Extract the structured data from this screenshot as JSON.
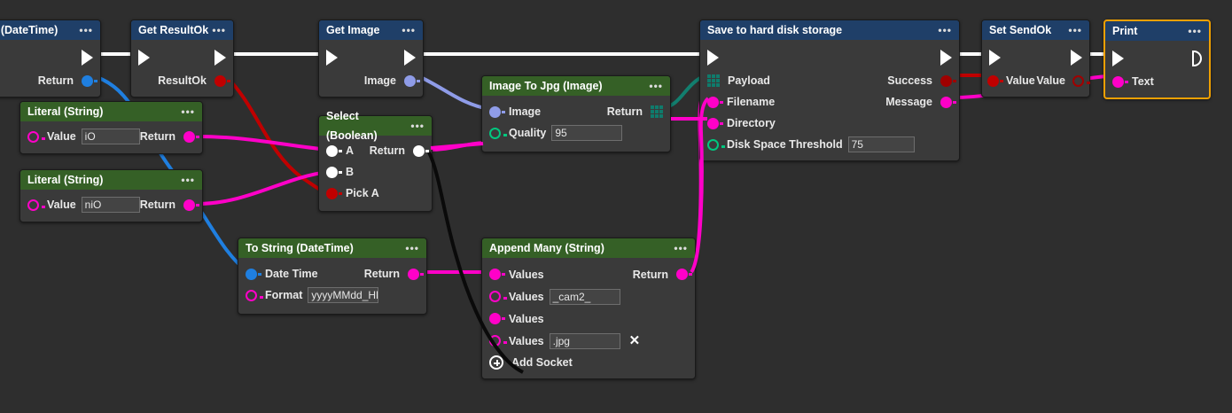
{
  "app": {
    "canvas_background": "#2e2e2e",
    "selection_color": "#f0a000"
  },
  "palette": {
    "exec_wire": "#ffffff",
    "string_pink": "#ff00c8",
    "bool_red": "#c00000",
    "datetime_blue": "#1f7fe0",
    "image_periwinkle": "#8f9ce8",
    "number_green": "#00c77f",
    "binary_teal": "#0f7b6c",
    "black_wire": "#000000",
    "header_blue": "#1f3f68",
    "header_green": "#356026"
  },
  "nodes": [
    {
      "id": "now-datetime",
      "title": "Now (DateTime)",
      "header_color": "blue",
      "selected": false,
      "exec_in": "hollow",
      "exec_out": "filled",
      "outputs": [
        {
          "label": "Return",
          "socket": "datetime-blue-filled"
        }
      ],
      "inputs": []
    },
    {
      "id": "get-resultok",
      "title": "Get ResultOk",
      "header_color": "blue",
      "selected": false,
      "exec_in": "filled",
      "exec_out": "filled",
      "outputs": [
        {
          "label": "ResultOk",
          "socket": "bool-red-filled"
        }
      ],
      "inputs": []
    },
    {
      "id": "get-image",
      "title": "Get Image",
      "header_color": "blue",
      "selected": false,
      "exec_in": "filled",
      "exec_out": "filled",
      "outputs": [
        {
          "label": "Image",
          "socket": "image-periwinkle-filled"
        }
      ],
      "inputs": []
    },
    {
      "id": "save-to-hard-disk-storage",
      "title": "Save to hard disk storage",
      "header_color": "blue",
      "selected": false,
      "exec_in": "filled",
      "exec_out": "filled",
      "inputs": [
        {
          "label": "Payload",
          "socket": "binary-grid"
        },
        {
          "label": "Filename",
          "socket": "string-pink-filled"
        },
        {
          "label": "Directory",
          "socket": "string-pink-filled"
        },
        {
          "label": "Disk Space Threshold",
          "socket": "number-green-hollow",
          "value": "75"
        }
      ],
      "outputs": [
        {
          "label": "Success",
          "socket": "bool-red-filled"
        },
        {
          "label": "Message",
          "socket": "string-pink-filled"
        }
      ]
    },
    {
      "id": "set-sendok",
      "title": "Set SendOk",
      "header_color": "blue",
      "selected": false,
      "exec_in": "filled",
      "exec_out": "filled",
      "inputs": [
        {
          "label": "Value",
          "socket": "bool-red-filled"
        }
      ],
      "outputs": [
        {
          "label": "Value",
          "socket": "bool-red-hollow"
        }
      ]
    },
    {
      "id": "print",
      "title": "Print",
      "header_color": "blue",
      "selected": true,
      "exec_in": "filled",
      "exec_out": "hollow",
      "inputs": [
        {
          "label": "Text",
          "socket": "string-pink-filled"
        }
      ],
      "outputs": []
    },
    {
      "id": "literal-string-1",
      "title": "Literal (String)",
      "header_color": "green",
      "selected": false,
      "inputs": [
        {
          "label": "Value",
          "socket": "string-pink-hollow",
          "value": "iO"
        }
      ],
      "outputs": [
        {
          "label": "Return",
          "socket": "string-pink-filled"
        }
      ]
    },
    {
      "id": "literal-string-2",
      "title": "Literal (String)",
      "header_color": "green",
      "selected": false,
      "inputs": [
        {
          "label": "Value",
          "socket": "string-pink-hollow",
          "value": "niO"
        }
      ],
      "outputs": [
        {
          "label": "Return",
          "socket": "string-pink-filled"
        }
      ]
    },
    {
      "id": "select-boolean",
      "title": "Select (Boolean)",
      "header_color": "green",
      "selected": false,
      "inputs": [
        {
          "label": "A",
          "socket": "white-filled"
        },
        {
          "label": "B",
          "socket": "white-filled"
        },
        {
          "label": "Pick A",
          "socket": "bool-red-filled"
        }
      ],
      "outputs": [
        {
          "label": "Return",
          "socket": "white-filled"
        }
      ]
    },
    {
      "id": "image-to-jpg",
      "title": "Image To Jpg (Image)",
      "header_color": "green",
      "selected": false,
      "inputs": [
        {
          "label": "Image",
          "socket": "image-periwinkle-filled"
        },
        {
          "label": "Quality",
          "socket": "number-green-hollow",
          "value": "95"
        }
      ],
      "outputs": [
        {
          "label": "Return",
          "socket": "binary-grid"
        }
      ]
    },
    {
      "id": "to-string-datetime",
      "title": "To String (DateTime)",
      "header_color": "green",
      "selected": false,
      "inputs": [
        {
          "label": "Date Time",
          "socket": "datetime-blue-filled"
        },
        {
          "label": "Format",
          "socket": "string-pink-hollow",
          "value": "yyyyMMdd_HH"
        }
      ],
      "outputs": [
        {
          "label": "Return",
          "socket": "string-pink-filled"
        }
      ]
    },
    {
      "id": "append-many-string",
      "title": "Append Many (String)",
      "header_color": "green",
      "selected": false,
      "inputs": [
        {
          "label": "Values",
          "socket": "string-pink-filled"
        },
        {
          "label": "Values",
          "socket": "string-pink-hollow",
          "value": "_cam2_"
        },
        {
          "label": "Values",
          "socket": "string-pink-filled"
        },
        {
          "label": "Values",
          "socket": "string-pink-hollow",
          "value": ".jpg",
          "remove_icon": "x-icon"
        }
      ],
      "outputs": [
        {
          "label": "Return",
          "socket": "string-pink-filled"
        }
      ],
      "add_socket_label": "Add Socket"
    }
  ]
}
